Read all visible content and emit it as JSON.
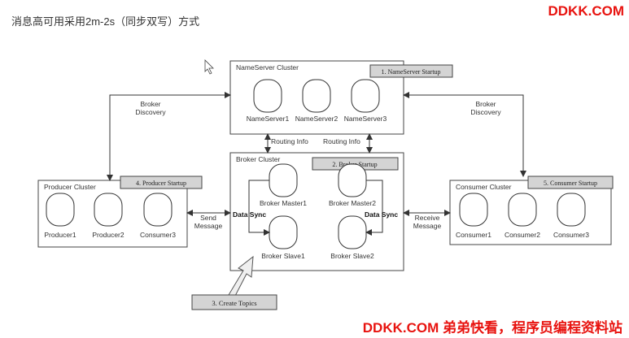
{
  "page": {
    "title": "消息高可用采用2m-2s（同步双写）方式",
    "brand_top": "DDKK.COM",
    "brand_bottom": "DDKK.COM 弟弟快看，程序员编程资料站",
    "brand_color": "#e8130f"
  },
  "diagram": {
    "nameserver_cluster": {
      "label": "NameServer Cluster",
      "step": "1. NameServer Startup",
      "nodes": [
        "NameServer1",
        "NameServer2",
        "NameServer3"
      ]
    },
    "broker_cluster": {
      "label": "Broker Cluster",
      "step": "2. Broker Startup",
      "nodes": [
        "Broker Master1",
        "Broker Master2",
        "Broker Slave1",
        "Broker Slave2"
      ]
    },
    "producer_cluster": {
      "label": "Producer Cluster",
      "step": "4. Producer Startup",
      "nodes": [
        "Producer1",
        "Producer2",
        "Consumer3"
      ]
    },
    "consumer_cluster": {
      "label": "Consumer Cluster",
      "step": "5. Consumer Startup",
      "nodes": [
        "Consumer1",
        "Consumer2",
        "Consumer3"
      ]
    },
    "create_topics": "3. Create Topics",
    "edge_labels": {
      "broker_discovery_left": [
        "Broker",
        "Discovery"
      ],
      "broker_discovery_right": [
        "Broker",
        "Discovery"
      ],
      "routing_info_left": "Routing Info",
      "routing_info_right": "Routing Info",
      "send_message": [
        "Send",
        "Message"
      ],
      "receive_message": [
        "Receive",
        "Message"
      ],
      "data_sync_left": "Data Sync",
      "data_sync_right": "Data Sync"
    },
    "colors": {
      "line": "#333333",
      "step_box_fill": "#d4d4d4",
      "background": "#ffffff"
    },
    "cursor_icon": "mouse-pointer-icon"
  }
}
